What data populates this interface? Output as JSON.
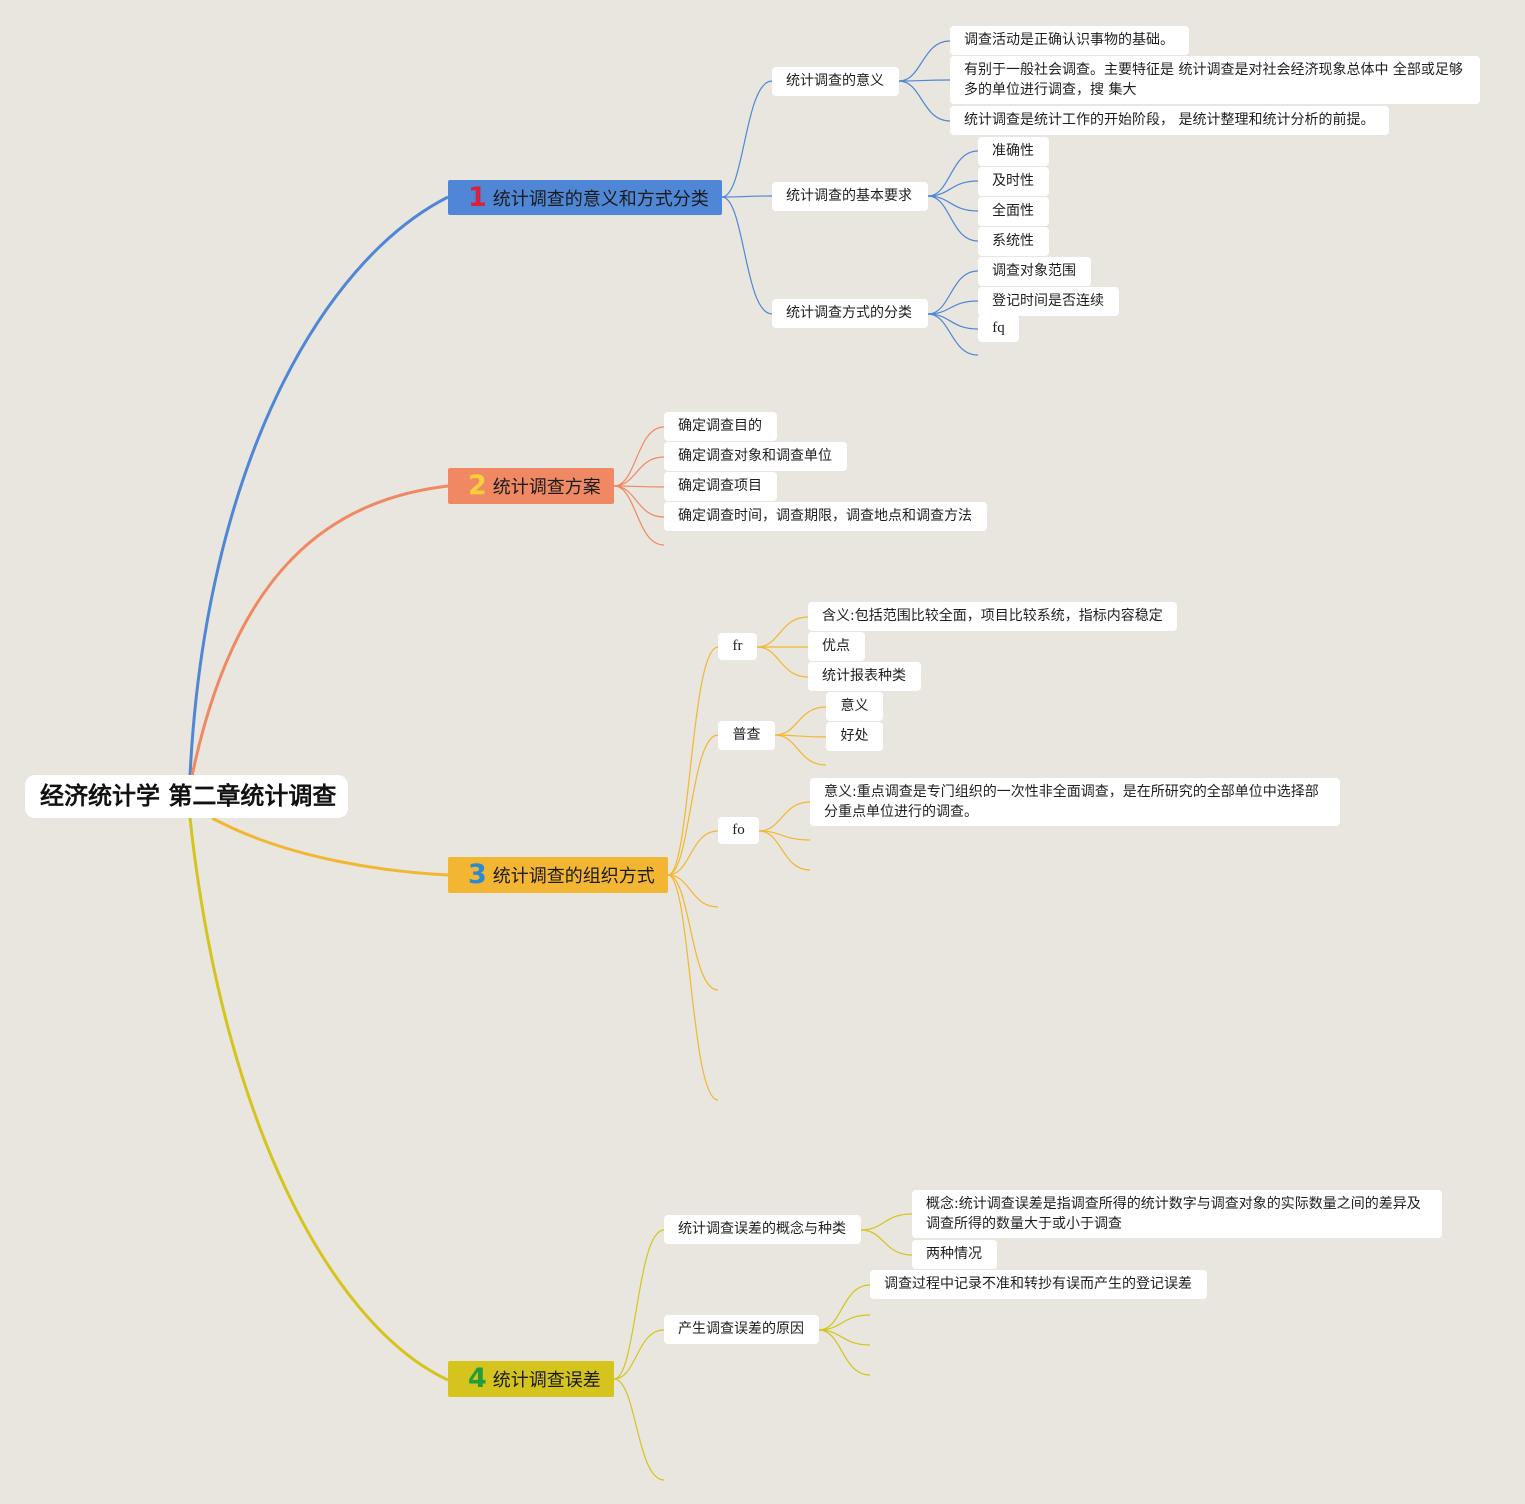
{
  "colors": {
    "background": "#e8e6de",
    "node": "#ffffff"
  },
  "root": {
    "title": "经济统计学 第二章统计调查"
  },
  "branches": [
    {
      "number": "1",
      "title": "统计调查的意义和方式分类",
      "color": "#4f87d6",
      "number_color": "#d8213a",
      "children": [
        {
          "label": "统计调查的意义",
          "children": [
            {
              "label": "调查活动是正确认识事物的基础。"
            },
            {
              "label": "有别于一般社会调查。主要特征是 统计调查是对社会经济现象总体中 全部或足够多的单位进行调查，搜 集大"
            },
            {
              "label": "统计调查是统计工作的开始阶段， 是统计整理和统计分析的前提。"
            }
          ]
        },
        {
          "label": "统计调查的基本要求",
          "children": [
            {
              "label": "准确性"
            },
            {
              "label": "及时性"
            },
            {
              "label": "全面性"
            },
            {
              "label": "系统性"
            }
          ]
        },
        {
          "label": "统计调查方式的分类",
          "children": [
            {
              "label": "调查对象范围"
            },
            {
              "label": "登记时间是否连续"
            },
            {
              "label": "fq"
            }
          ]
        }
      ]
    },
    {
      "number": "2",
      "title": "统计调查方案",
      "color": "#f08863",
      "number_color": "#f7cf3c",
      "children": [
        {
          "label": "确定调查目的"
        },
        {
          "label": "确定调查对象和调查单位"
        },
        {
          "label": "确定调查项目"
        },
        {
          "label": "确定调查时间，调查期限，调查地点和调查方法"
        }
      ]
    },
    {
      "number": "3",
      "title": "统计调查的组织方式",
      "color": "#f3b632",
      "number_color": "#2a8ad4",
      "children": [
        {
          "label": "fr",
          "children": [
            {
              "label": "含义:包括范围比较全面，项目比较系统，指标内容稳定"
            },
            {
              "label": "优点"
            },
            {
              "label": "统计报表种类"
            }
          ]
        },
        {
          "label": "普查",
          "children": [
            {
              "label": "意义"
            },
            {
              "label": "好处"
            }
          ]
        },
        {
          "label": "fo",
          "children": [
            {
              "label": "意义:重点调查是专门组织的一次性非全面调查，是在所研究的全部单位中选择部分重点单位进行的调查。"
            }
          ]
        }
      ]
    },
    {
      "number": "4",
      "title": "统计调查误差",
      "color": "#d5c41e",
      "number_color": "#1f9e3a",
      "children": [
        {
          "label": "统计调查误差的概念与种类",
          "children": [
            {
              "label": "概念:统计调查误差是指调查所得的统计数字与调查对象的实际数量之间的差异及调查所得的数量大于或小于调查"
            },
            {
              "label": "两种情况"
            }
          ]
        },
        {
          "label": "产生调查误差的原因",
          "children": [
            {
              "label": "调查过程中记录不准和转抄有误而产生的登记误差"
            }
          ]
        }
      ]
    }
  ]
}
